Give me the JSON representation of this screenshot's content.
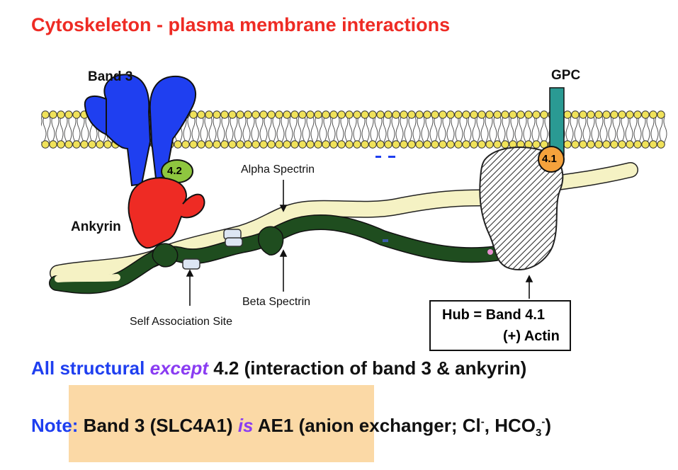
{
  "title": "Cytoskeleton - plasma membrane interactions",
  "labels": {
    "band3": "Band 3",
    "gpc": "GPC",
    "ankyrin": "Ankyrin",
    "protein42": "4.2",
    "protein41": "4.1",
    "alpha_spectrin": "Alpha Spectrin",
    "beta_spectrin": "Beta Spectrin",
    "self_association": "Self Association Site"
  },
  "hub_box": {
    "line1": "Hub = Band 4.1",
    "line2": "(+) Actin"
  },
  "statement": {
    "part1": "All structural",
    "part2": "except",
    "part3": "4.2 (interaction of band 3 & ankyrin)"
  },
  "note": {
    "label": "Note:",
    "text1": "Band 3 (SLC4A1)",
    "is": "is",
    "text2": "AE1 (anion exchanger; Cl",
    "sup1": "-",
    "text3": ", HCO",
    "sub": "3",
    "sup2": "-",
    "text4": ")"
  },
  "colors": {
    "title": "#ee2b24",
    "band3": "#1f3ff0",
    "ankyrin": "#ee2b24",
    "protein42": "#8ec63f",
    "protein41": "#f4a23c",
    "gpc": "#2a9a93",
    "membrane": "#f0e25a",
    "spectrin_light": "#f5f2c4",
    "spectrin_dark": "#1f4d1f",
    "emphasis": "#8a3cf2",
    "highlight": "#fbd9a6"
  }
}
